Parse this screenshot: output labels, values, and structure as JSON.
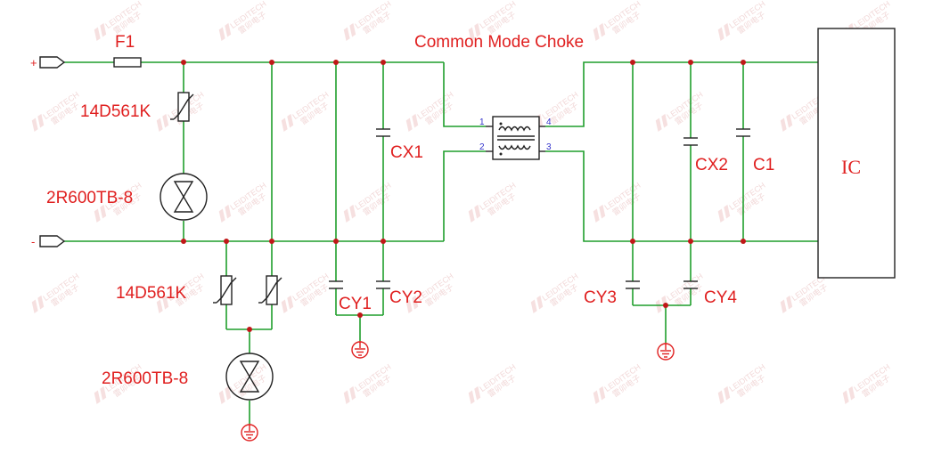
{
  "title": "Common Mode Choke",
  "terminals": {
    "plus": "+",
    "minus": "-"
  },
  "components": {
    "fuse": "F1",
    "varistor_top": "14D561K",
    "gdt_top": "2R600TB-8",
    "varistor_bottom": "14D561K",
    "gdt_bottom": "2R600TB-8",
    "cx1": "CX1",
    "cy1": "CY1",
    "cy2": "CY2",
    "cy3": "CY3",
    "cy4": "CY4",
    "cx2": "CX2",
    "c1": "C1",
    "ic": "IC"
  },
  "choke_pins": {
    "p1": "1",
    "p2": "2",
    "p3": "3",
    "p4": "4"
  },
  "watermark": {
    "text_en": "LEIDITECH",
    "text_cn": "雷卯电子"
  },
  "colors": {
    "wire": "#1f9e2c",
    "label": "#e02020",
    "node": "#c01818",
    "pin": "#3333cc"
  }
}
